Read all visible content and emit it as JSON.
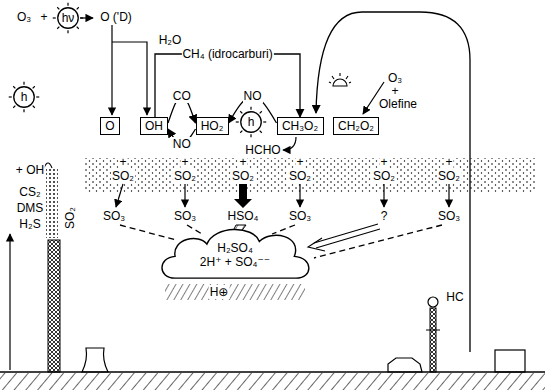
{
  "diagram": {
    "nodes": [
      {
        "text": [
          "hν"
        ]
      },
      {
        "text": [
          "O"
        ]
      },
      {
        "text": [
          "OH"
        ]
      },
      {
        "text": [
          "HO₂"
        ]
      },
      {
        "text": [
          "h"
        ]
      },
      {
        "text": [
          "CH₃O₂"
        ]
      },
      {
        "text": [
          "CH₂O₂"
        ]
      },
      {
        "text": [
          "h"
        ]
      },
      {
        "text": [
          "H₂SO₄",
          "2H⁺ + SO₄⁻⁻"
        ]
      }
    ],
    "edges": [
      {
        "from": 2,
        "to": 3,
        "arrow": "to",
        "label": "CO"
      },
      {
        "from": 3,
        "to": 2,
        "arrow": "to",
        "label": "NO"
      },
      {
        "from": 5,
        "to": 3,
        "arrow": "to",
        "label": "NO"
      },
      {
        "from": 2,
        "to": 5,
        "arrow": "to",
        "label": "CH₄ (idrocarburi)"
      }
    ],
    "labels": [
      "O₃",
      "+",
      "O ('D)",
      "H₂O",
      "HCHO",
      "O₃",
      "+",
      "Olefine",
      "+ OH",
      "+",
      "+",
      "+",
      "+",
      "+",
      "+",
      "SO₂",
      "SO₂",
      "SO₂",
      "SO₂",
      "SO₂",
      "SO₂",
      "SO₃",
      "SO₃",
      "HSO₄",
      "SO₃",
      "?",
      "SO₃",
      "CS₂",
      "DMS",
      "H₂S",
      "SO₂",
      "H⊕",
      "HC"
    ]
  }
}
